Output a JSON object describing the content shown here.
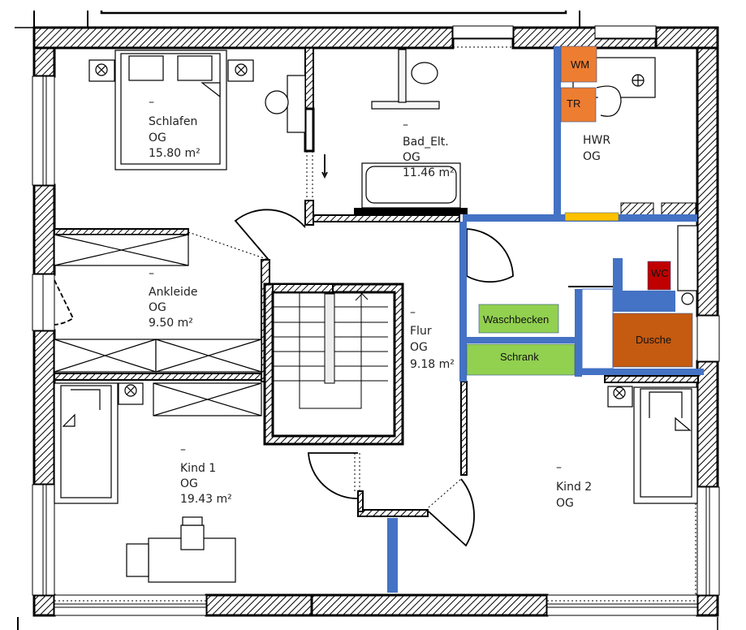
{
  "plan": {
    "floor": "OG",
    "rooms": [
      {
        "id": "schlafen",
        "name": "Schlafen",
        "floor": "OG",
        "area": "15.80 m²",
        "dash": "–"
      },
      {
        "id": "bad",
        "name": "Bad_Elt.",
        "floor": "OG",
        "area": "11.46 m²",
        "dash": "–"
      },
      {
        "id": "hwr",
        "name": "HWR",
        "floor": "OG",
        "area": "",
        "dash": ""
      },
      {
        "id": "ankleide",
        "name": "Ankleide",
        "floor": "OG",
        "area": "9.50 m²",
        "dash": "–"
      },
      {
        "id": "flur",
        "name": "Flur",
        "floor": "OG",
        "area": "9.18 m²",
        "dash": "–"
      },
      {
        "id": "kind1",
        "name": "Kind 1",
        "floor": "OG",
        "area": "19.43 m²",
        "dash": "–"
      },
      {
        "id": "kind2",
        "name": "Kind 2",
        "floor": "OG",
        "area": "",
        "dash": "–"
      }
    ],
    "annotations": [
      {
        "id": "wm",
        "label": "WM",
        "color": "#ed7d31"
      },
      {
        "id": "tr",
        "label": "TR",
        "color": "#ed7d31"
      },
      {
        "id": "wc",
        "label": "WC",
        "color": "#c00000"
      },
      {
        "id": "waschbecken",
        "label": "Waschbecken",
        "color": "#92d050"
      },
      {
        "id": "schrank",
        "label": "Schrank",
        "color": "#92d050"
      },
      {
        "id": "dusche",
        "label": "Dusche",
        "color": "#c55a11"
      }
    ],
    "colors": {
      "new_wall": "#4472c4",
      "highlight": "#ffc000",
      "wall_outline": "#000000"
    }
  }
}
